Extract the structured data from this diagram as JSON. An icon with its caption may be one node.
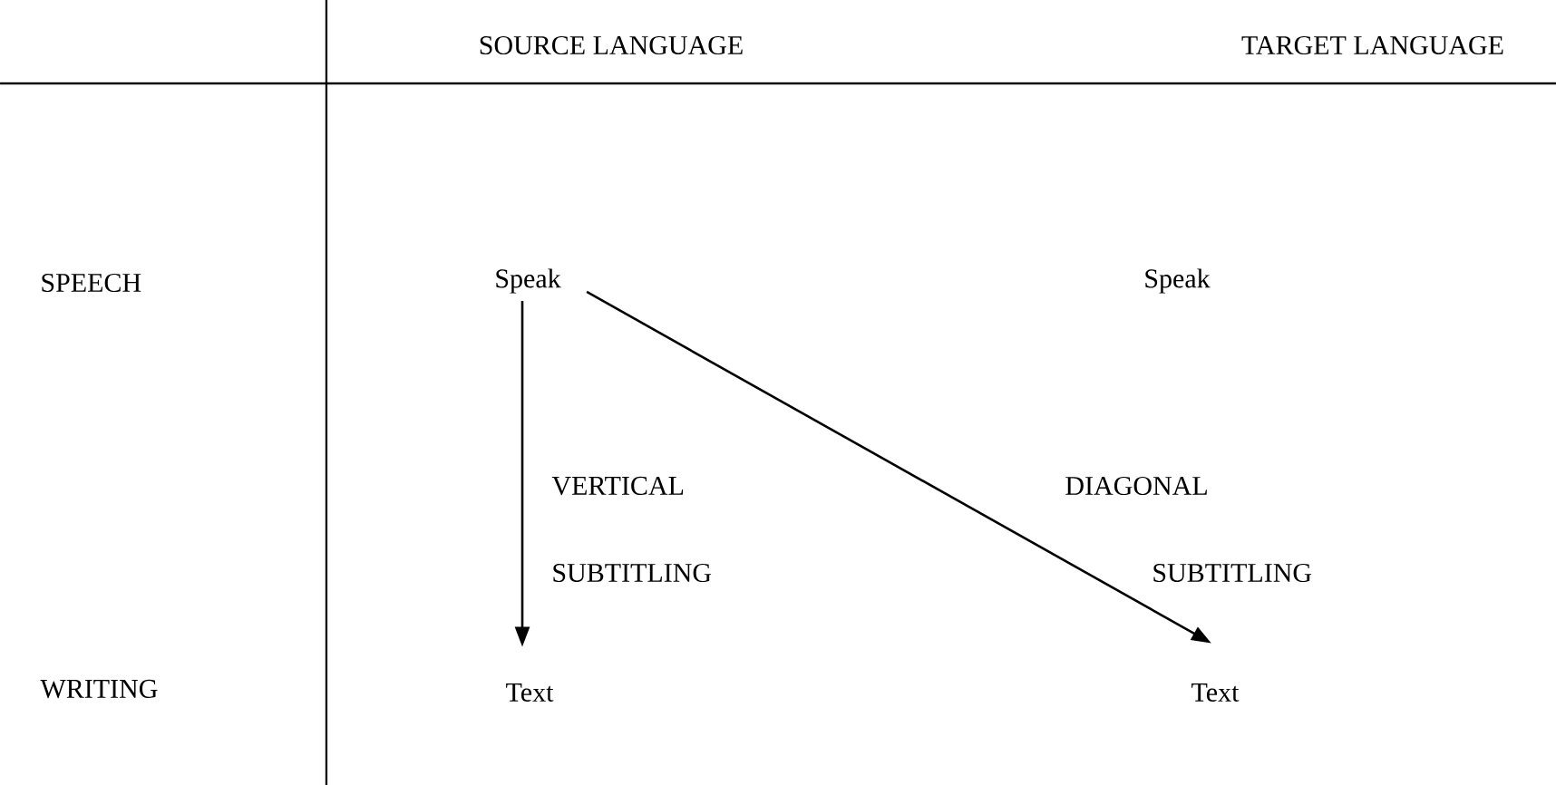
{
  "diagram": {
    "nodes": [
      {
        "text": [
          "Speak"
        ]
      },
      {
        "text": [
          "Speak"
        ]
      },
      {
        "text": [
          "Text"
        ]
      },
      {
        "text": [
          "Text"
        ]
      }
    ],
    "edges": [
      {
        "from": 0,
        "to": 2,
        "arrow": "to"
      },
      {
        "from": 0,
        "to": 3,
        "arrow": "to"
      }
    ],
    "labels": [
      "SOURCE LANGUAGE",
      "TARGET LANGUAGE",
      "SPEECH",
      "WRITING",
      "VERTICAL",
      "SUBTITLING",
      "DIAGONAL",
      "SUBTITLING"
    ]
  }
}
